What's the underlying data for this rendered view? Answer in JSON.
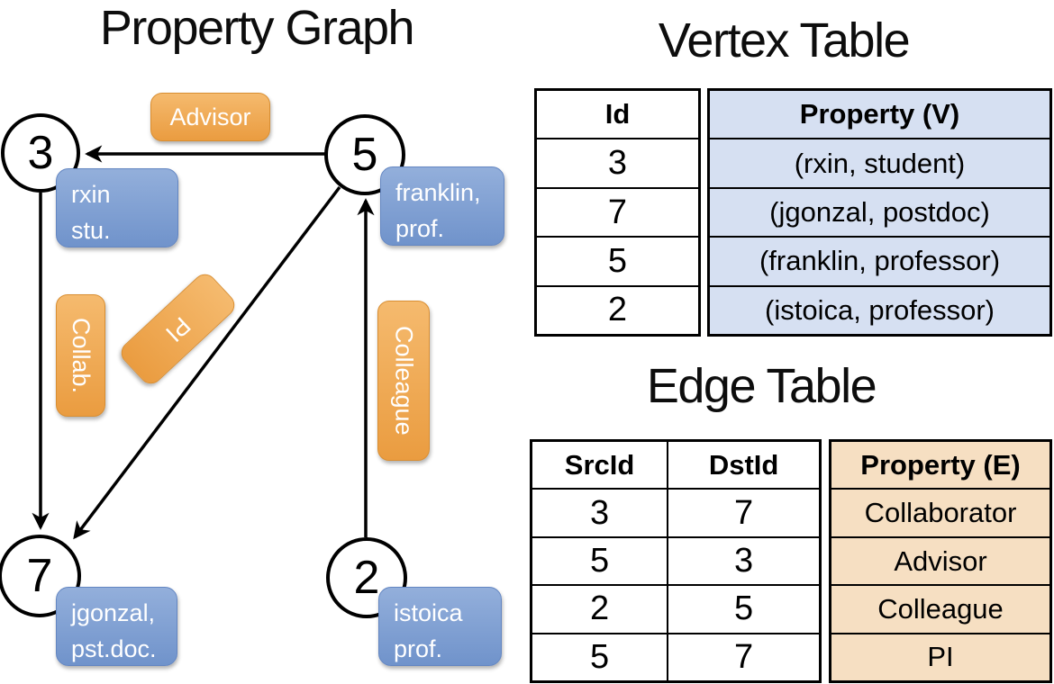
{
  "graph": {
    "title": "Property Graph",
    "nodes": [
      {
        "label": "3"
      },
      {
        "label": "5"
      },
      {
        "label": "7"
      },
      {
        "label": "2"
      }
    ],
    "vertex_labels": [
      {
        "line1": "rxin",
        "line2": "stu."
      },
      {
        "line1": "franklin,",
        "line2": "prof."
      },
      {
        "line1": "jgonzal,",
        "line2": "pst.doc."
      },
      {
        "line1": "istoica",
        "line2": "prof."
      }
    ],
    "edge_labels": {
      "advisor": "Advisor",
      "collab": "Collab.",
      "pi": "PI",
      "colleague": "Colleague"
    }
  },
  "vertex_table": {
    "title": "Vertex Table",
    "headers": {
      "id": "Id",
      "property": "Property (V)"
    },
    "rows": [
      {
        "id": "3",
        "property": "(rxin, student)"
      },
      {
        "id": "7",
        "property": "(jgonzal, postdoc)"
      },
      {
        "id": "5",
        "property": "(franklin, professor)"
      },
      {
        "id": "2",
        "property": "(istoica, professor)"
      }
    ]
  },
  "edge_table": {
    "title": "Edge Table",
    "headers": {
      "src": "SrcId",
      "dst": "DstId",
      "property": "Property (E)"
    },
    "rows": [
      {
        "src": "3",
        "dst": "7",
        "property": "Collaborator"
      },
      {
        "src": "5",
        "dst": "3",
        "property": "Advisor"
      },
      {
        "src": "2",
        "dst": "5",
        "property": "Colleague"
      },
      {
        "src": "5",
        "dst": "7",
        "property": "PI"
      }
    ]
  },
  "colors": {
    "orange-top": "#f5ba6e",
    "orange-bottom": "#ea9c40",
    "orange-border": "#d98e31",
    "blue-top": "#93afdb",
    "blue-bottom": "#7093cb",
    "blue-border": "#6386c2",
    "vcell": "#d6e0f2",
    "ecell": "#f6dfc2"
  }
}
